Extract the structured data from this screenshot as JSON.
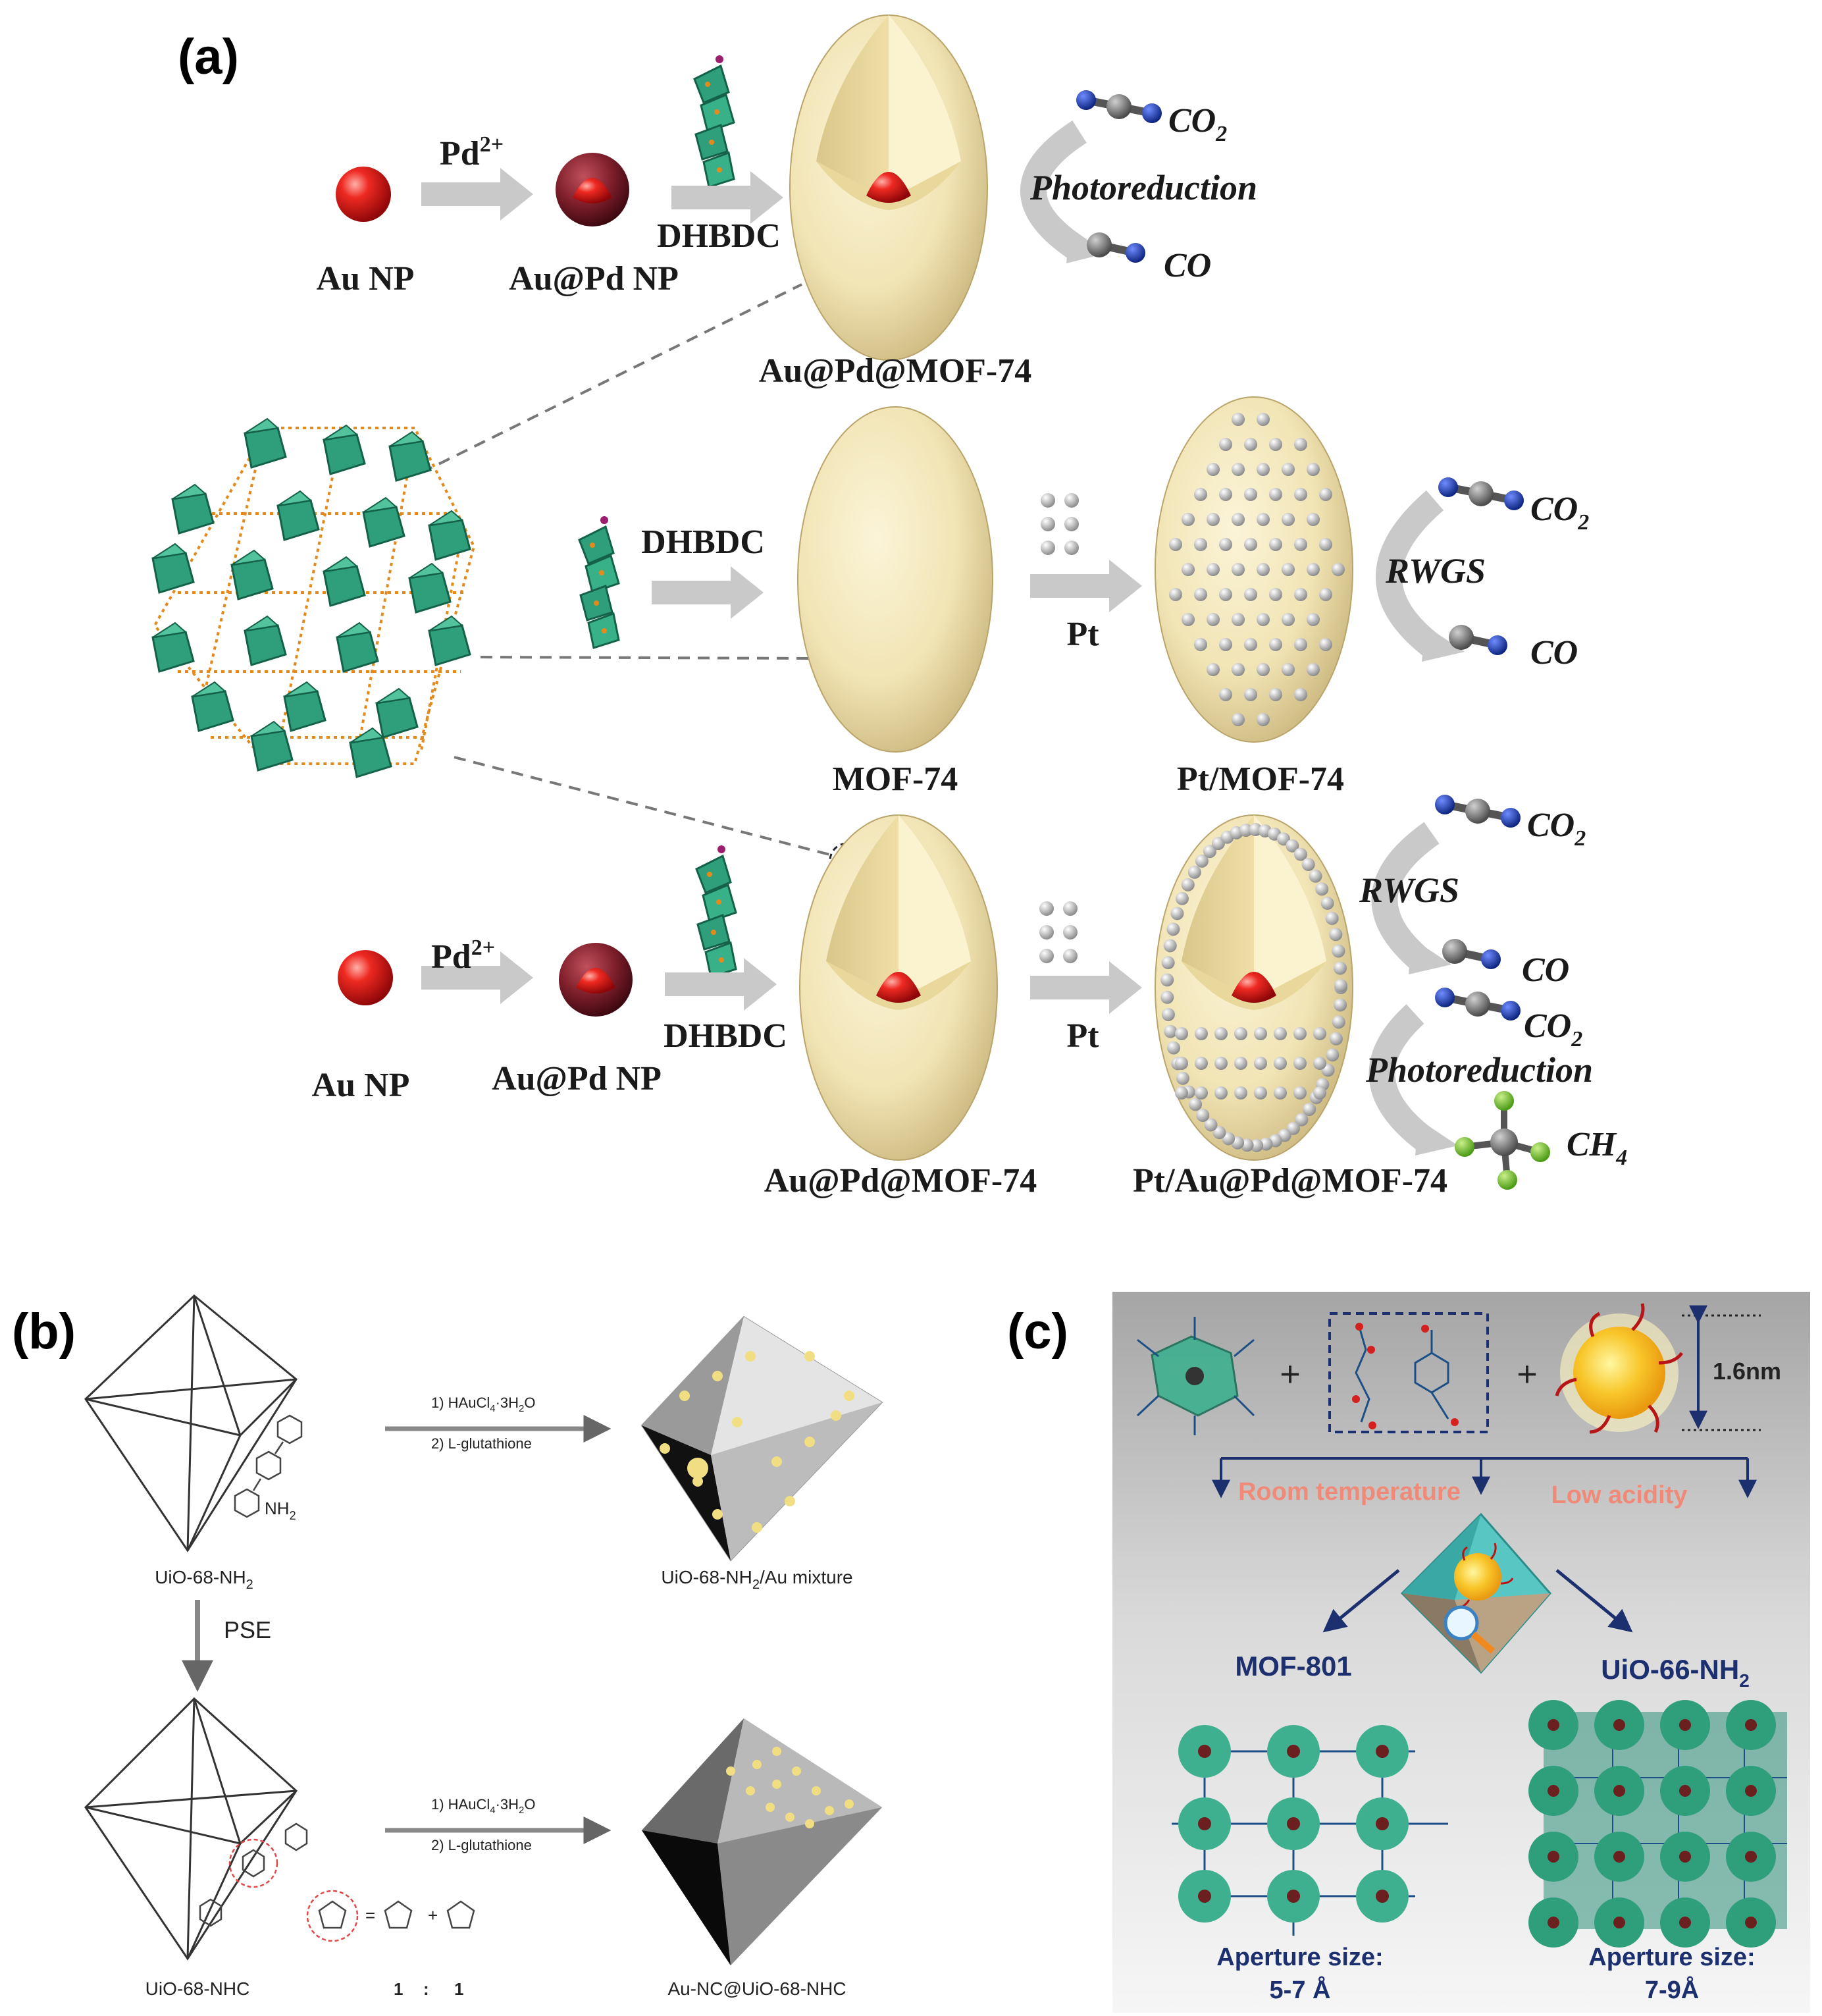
{
  "panel_a": {
    "label": "(a)",
    "row1": {
      "au_np": "Au NP",
      "pd_reagent": "Pd",
      "pd_charge": "2+",
      "aupd_np": "Au@Pd NP",
      "linker": "DHBDC",
      "mof": "Au@Pd@MOF-74",
      "reaction": "Photoreduction",
      "reactant": "CO",
      "reactant_sub": "2",
      "product": "CO"
    },
    "row2": {
      "linker": "DHBDC",
      "mof": "MOF-74",
      "metal": "Pt",
      "product_mof": "Pt/MOF-74",
      "reaction": "RWGS",
      "reactant": "CO",
      "reactant_sub": "2",
      "product": "CO"
    },
    "row3": {
      "au_np": "Au NP",
      "pd_reagent": "Pd",
      "pd_charge": "2+",
      "aupd_np": "Au@Pd NP",
      "linker": "DHBDC",
      "mof": "Au@Pd@MOF-74",
      "metal": "Pt",
      "product_mof": "Pt/Au@Pd@MOF-74",
      "reaction1": "RWGS",
      "reactant1": "CO",
      "reactant1_sub": "2",
      "product1": "CO",
      "reaction2": "Photoreduction",
      "reactant2": "CO",
      "reactant2_sub": "2",
      "product2": "CH",
      "product2_sub": "4"
    }
  },
  "panel_b": {
    "label": "(b)",
    "mof1": "UiO-68-NH",
    "mof1_sub": "2",
    "nh2": "NH",
    "nh2_sub": "2",
    "step1a": "1) HAuCl",
    "step1a_sub": "4",
    "step1a_tail": "·3H",
    "step1a_sub2": "2",
    "step1a_end": "O",
    "step2": "2) L-glutathione",
    "result1": "UiO-68-NH",
    "result1_sub": "2",
    "result1_tail": "/Au mixture",
    "pse": "PSE",
    "mof2": "UiO-68-NHC",
    "ratio_left": "1",
    "ratio_sep": ":",
    "ratio_right": "1",
    "equals": "=",
    "plus": "+",
    "result2": "Au-NC@UiO-68-NHC"
  },
  "panel_c": {
    "label": "(c)",
    "plus": "+",
    "size": "1.6nm",
    "cond1": "Room temperature",
    "cond2": "Low acidity",
    "mof_left": "MOF-801",
    "mof_right": "UiO-66-NH",
    "mof_right_sub": "2",
    "ap_title": "Aperture size:",
    "ap_left": "5-7 Å",
    "ap_right": "7-9Å"
  },
  "colors": {
    "mof_shell": "#f1e4b4",
    "au_core": "#e0161c",
    "aupd": "#7e1f2b",
    "arrow": "#c9c9c9",
    "oxygen_blue": "#1537a8",
    "carbon": "#6e6e6e",
    "cluster_green": "#2f9e7a",
    "fluorine": "#7bc62e",
    "navy_text": "#1c2f6e",
    "condition_text": "#f08a78"
  }
}
